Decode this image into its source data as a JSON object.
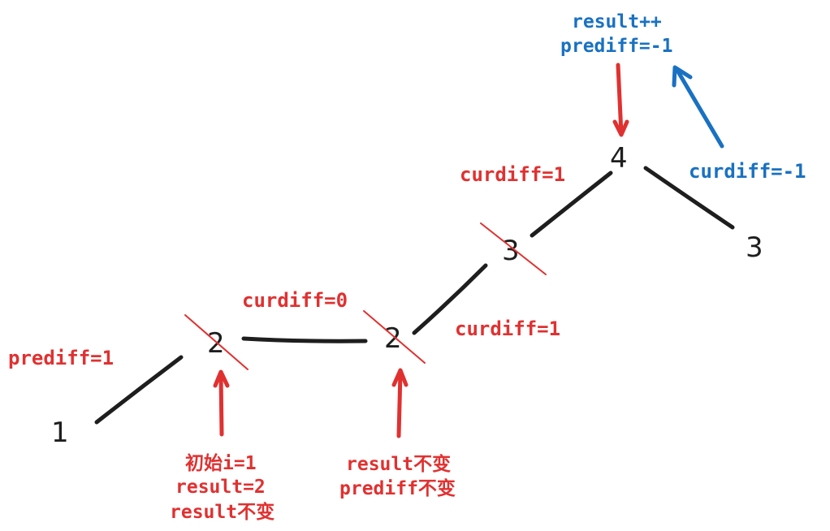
{
  "nodes": {
    "n1": "1",
    "n2a": "2",
    "n2b": "2",
    "n3a": "3",
    "n4": "4",
    "n3b": "3"
  },
  "annotations": {
    "prediff_start": "prediff=1",
    "curdiff_flat": "curdiff=0",
    "curdiff_rise": "curdiff=1",
    "curdiff_up": "curdiff=1",
    "curdiff_down": "curdiff=-1",
    "peak_result": "result++",
    "peak_prediff": "prediff=-1",
    "first_lines": [
      "初始i=1",
      "result=2",
      "result不变"
    ],
    "second_lines": [
      "result不变",
      "prediff不变"
    ]
  },
  "colors": {
    "edge": "#1e1e1e",
    "annotation_red": "#e03131",
    "annotation_blue": "#1971c2"
  }
}
